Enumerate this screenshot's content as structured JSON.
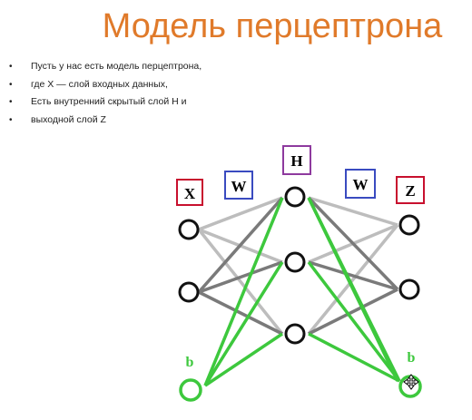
{
  "title": "Модель перцептрона",
  "bullets": [
    "Пусть у нас есть модель перцептрона,",
    "где  X — слой входных данных,",
    "Есть внутренний скрытый слой H  и",
    "выходной слой Z"
  ],
  "diagram": {
    "labels": {
      "x": "X",
      "w_left": "W",
      "h": "H",
      "w_right": "W",
      "z": "Z",
      "b_left": "b",
      "b_right": "b"
    }
  },
  "colors": {
    "title": "#E07A2A",
    "red_box": "#C8102E",
    "blue_box": "#3A4BC0",
    "purple_box": "#8E3A9E",
    "green": "#3DC83D",
    "light_gray": "#BDBDBD",
    "dark_gray": "#7A7A7A",
    "node": "#111111"
  }
}
